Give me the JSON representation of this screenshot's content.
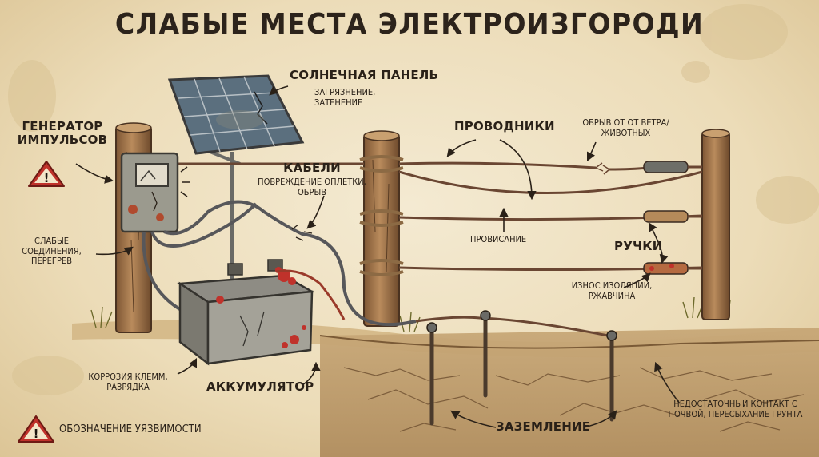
{
  "title": "СЛАБЫЕ МЕСТА ЭЛЕКТРОИЗГОРОДИ",
  "labels": {
    "generator": "ГЕНЕРАТОР ИМПУЛЬСОВ",
    "weak_connections": "СЛАБЫЕ СОЕДИНЕНИЯ, ПЕРЕГРЕВ",
    "solar_panel": "СОЛНЕЧНАЯ ПАНЕЛЬ",
    "solar_issue": "ЗАГРЯЗНЕНИЕ, ЗАТЕНЕНИЕ",
    "cables": "КАБЕЛИ",
    "cables_issue": "ПОВРЕЖДЕНИЕ ОПЛЕТКИ, ОБРЫВ",
    "conductors": "ПРОВОДНИКИ",
    "break_issue": "ОБРЫВ ОТ ОТ ВЕТРА/ЖИВОТНЫХ",
    "sagging": "ПРОВИСАНИЕ",
    "handles": "РУЧКИ",
    "handles_issue": "ИЗНОС ИЗОЛЯЦИИ, РЖАВЧИНА",
    "battery": "АККУМУЛЯТОР",
    "battery_issue": "КОРРОЗИЯ КЛЕММ, РАЗРЯДКА",
    "grounding": "ЗАЗЕМЛЕНИЕ",
    "grounding_issue": "НЕДОСТАТОЧНЫЙ КОНТАКТ С ПОЧВОЙ, ПЕРЕСЫХАНИЕ ГРУНТА"
  },
  "legend": {
    "text": "ОБОЗНАЧЕНИЕ УЯЗВИМОСТИ",
    "icon": "warning-triangle-icon"
  },
  "colors": {
    "warning": "#c0322b",
    "wood": "#a77a4e",
    "wire": "#6a4632",
    "ink": "#2a2118"
  }
}
